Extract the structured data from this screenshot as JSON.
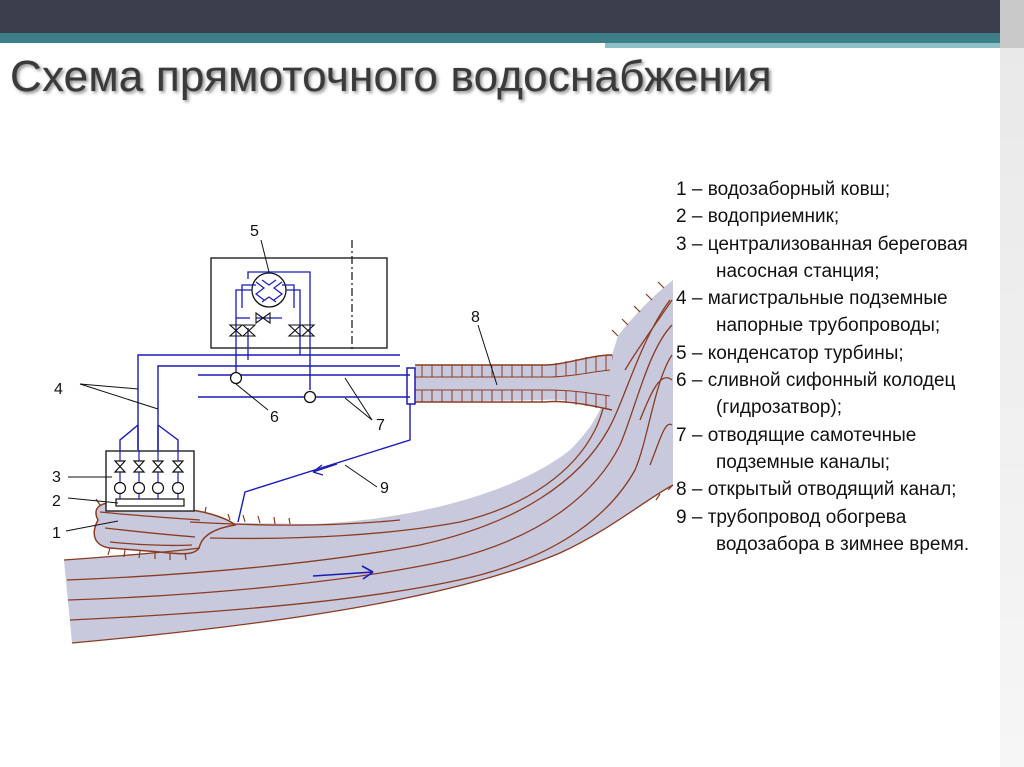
{
  "title": "Схема прямоточного водоснабжения",
  "legend": [
    "1 – водозаборный ковш;",
    "2 – водоприемник;",
    "3 – централизованная береговая насосная станция;",
    "4 – магистральные подземные напорные трубопроводы;",
    "5 – конденсатор турбины;",
    "6 – сливной сифонный колодец (гидрозатвор);",
    "7 – отводящие самотечные подземные каналы;",
    "8 – открытый отводящий канал;",
    "9 – трубопровод обогрева водозабора в зимнее время."
  ],
  "callouts": {
    "c1": "1",
    "c2": "2",
    "c3": "3",
    "c4": "4",
    "c5": "5",
    "c6": "6",
    "c7": "7",
    "c8": "8",
    "c9": "9"
  },
  "colors": {
    "water_fill": "#c9c9dd",
    "bank_line": "#8a3c22",
    "pipe": "#1b1bb5",
    "outline": "#111111",
    "title_bar_dark": "#3b3f4c",
    "title_bar_teal": "#3c7f88"
  }
}
